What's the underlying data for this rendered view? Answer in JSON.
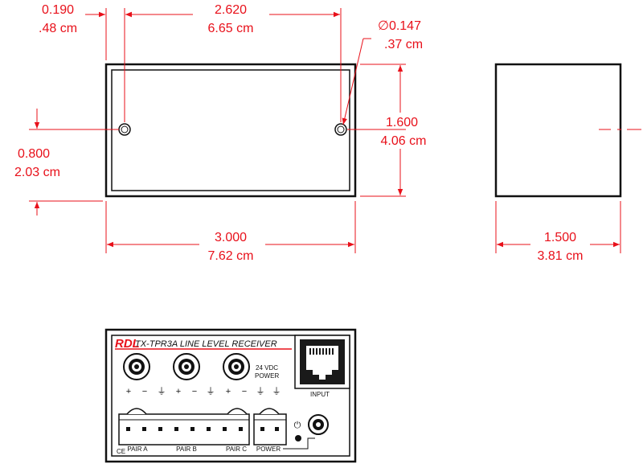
{
  "colors": {
    "dimension": "#e8101a",
    "outline": "#111111",
    "background": "#ffffff"
  },
  "dimensions": {
    "hole_offset_in": "0.190",
    "hole_offset_cm": ".48 cm",
    "hole_spacing_in": "2.620",
    "hole_spacing_cm": "6.65 cm",
    "hole_diameter_in": "∅0.147",
    "hole_diameter_cm": ".37 cm",
    "hole_center_height_in": "0.800",
    "hole_center_height_cm": "2.03 cm",
    "height_in": "1.600",
    "height_cm": "4.06 cm",
    "width_in": "3.000",
    "width_cm": "7.62 cm",
    "depth_in": "1.500",
    "depth_cm": "3.81 cm"
  },
  "panel": {
    "brand": "RDL",
    "title": "TX-TPR3A LINE LEVEL RECEIVER",
    "power_label_line1": "24 VDC",
    "power_label_line2": "POWER",
    "input_label": "INPUT",
    "terminal_symbols": [
      "+",
      "−",
      "⏚",
      "+",
      "−",
      "⏚",
      "+",
      "−",
      "⏚",
      "+",
      "⏚"
    ],
    "pair_labels": [
      "PAIR A",
      "PAIR B",
      "PAIR C",
      "POWER"
    ],
    "ce_mark": "CE",
    "led_symbol": "⏻"
  }
}
